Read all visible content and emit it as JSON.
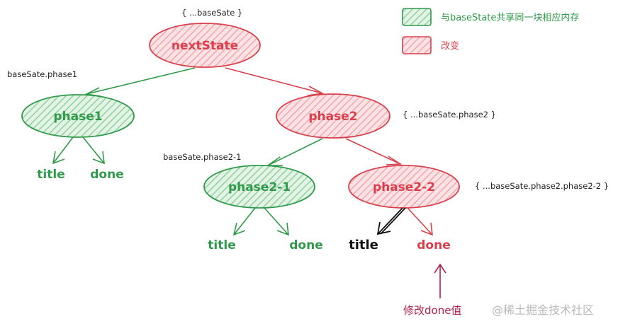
{
  "colors": {
    "shared_stroke": "#2f9a4a",
    "shared_fill": "#8fd19e",
    "changed_stroke": "#d9404b",
    "changed_fill": "#f2a6ad",
    "plain_text": "#111111",
    "annotation": "#b0214a",
    "watermark": "#b8b8b8"
  },
  "legend": {
    "shared": "与baseState共享同一块相应内存",
    "changed": "改变"
  },
  "nodes": {
    "root": {
      "label": "nextState",
      "note": "{ ...baseSate }"
    },
    "phase1": {
      "label": "phase1",
      "note": "baseSate.phase1"
    },
    "phase2": {
      "label": "phase2",
      "note": "{ ...baseSate.phase2 }"
    },
    "phase2_1": {
      "label": "phase2-1",
      "note": "baseSate.phase2-1"
    },
    "phase2_2": {
      "label": "phase2-2",
      "note": "{ ...baseSate.phase2.phase2-2 }"
    }
  },
  "leaves": {
    "p1_title": "title",
    "p1_done": "done",
    "p21_title": "title",
    "p21_done": "done",
    "p22_title": "title",
    "p22_done": "done"
  },
  "annotation": "修改done值",
  "watermark": "@稀土掘金技术社区"
}
